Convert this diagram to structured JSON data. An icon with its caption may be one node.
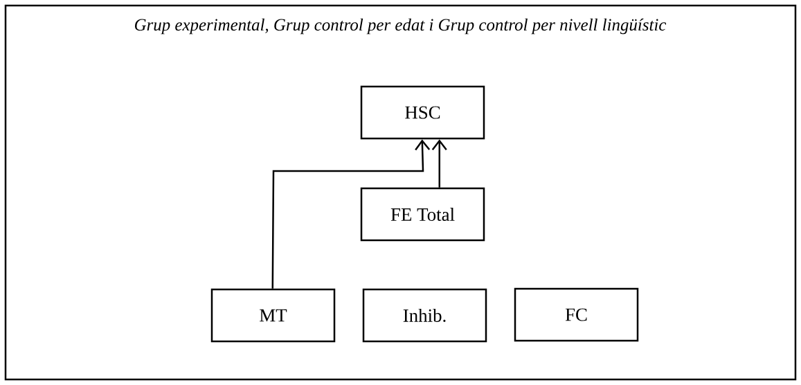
{
  "diagram": {
    "title": "Grup experimental, Grup control per edat i Grup control per nivell lingüístic",
    "nodes": [
      {
        "text": [
          "HSC"
        ]
      },
      {
        "text": [
          "FE Total"
        ]
      },
      {
        "text": [
          "MT"
        ]
      },
      {
        "text": [
          "Inhib."
        ]
      },
      {
        "text": [
          "FC"
        ]
      }
    ],
    "edges": [
      {
        "from": 2,
        "to": 0,
        "arrow": "to"
      },
      {
        "from": 1,
        "to": 0,
        "arrow": "to"
      }
    ]
  }
}
